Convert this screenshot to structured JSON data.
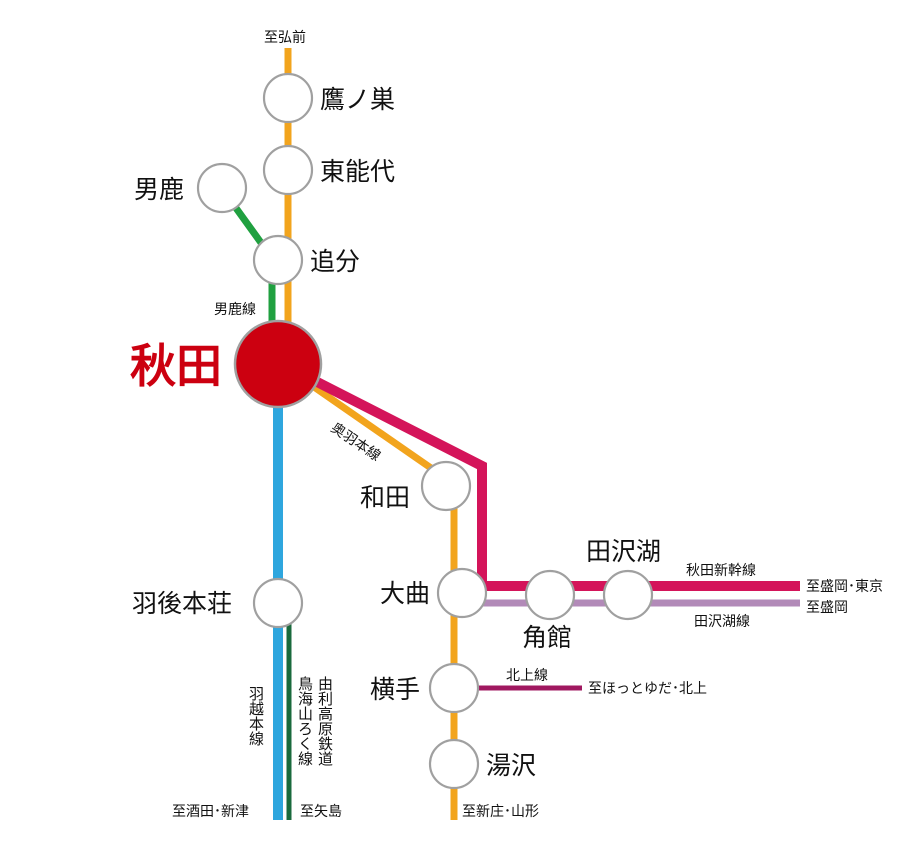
{
  "colors": {
    "ou_main": "#f2a41d",
    "oga": "#20a040",
    "uetsu": "#2ea6de",
    "shinkansen": "#d4145a",
    "tazawako": "#b28ab8",
    "kitakami": "#a01860",
    "yuri": "#1a6a3c",
    "akita": "#cc0010",
    "station_stroke": "#a0a0a0"
  },
  "stations": {
    "takanosu": "鷹ノ巣",
    "higashinoshiro": "東能代",
    "oga": "男鹿",
    "oiwake": "追分",
    "akita": "秋田",
    "wada": "和田",
    "omagari": "大曲",
    "kakunodate": "角館",
    "tazawako": "田沢湖",
    "ugohonjo": "羽後本荘",
    "yokote": "横手",
    "yuzawa": "湯沢"
  },
  "lines": {
    "oga": "男鹿線",
    "ou": "奥羽本線",
    "shinkansen": "秋田新幹線",
    "tazawako": "田沢湖線",
    "kitakami": "北上線",
    "uetsu": "羽越本線",
    "yuri_a": "由利高原鉄道",
    "yuri_b": "鳥海山ろく線"
  },
  "destinations": {
    "hirosaki": "至弘前",
    "morioka_tokyo": "至盛岡･東京",
    "morioka": "至盛岡",
    "hottoyuda": "至ほっとゆだ･北上",
    "sakata": "至酒田･新津",
    "yashima": "至矢島",
    "shinjo": "至新庄･山形"
  }
}
